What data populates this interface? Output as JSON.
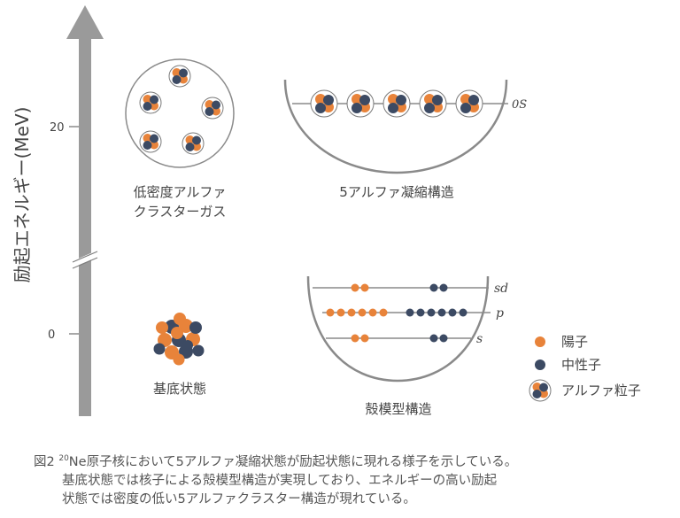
{
  "axis": {
    "label": "励起エネルギー(MeV)",
    "tick_20": "20",
    "tick_0": "0"
  },
  "states": {
    "gas_line1": "低密度アルファ",
    "gas_line2": "クラスターガス",
    "condensate": "5アルファ凝縮構造",
    "ground": "基底状態",
    "shell": "殻模型構造"
  },
  "orbitals": {
    "os": "0S",
    "sd": "sd",
    "p": "p",
    "s": "s"
  },
  "legend": {
    "proton": "陽子",
    "neutron": "中性子",
    "alpha": "アルファ粒子"
  },
  "caption": {
    "fig_label": "図2",
    "mass_number": "20",
    "line1_rest": "Ne原子核において5アルファ凝縮状態が励起状態に現れる様子を示している。",
    "line2": "基底状態では核子による殻模型構造が実現しており、エネルギーの高い励起",
    "line3": "状態では密度の低い5アルファクラスター構造が現れている。"
  },
  "colors": {
    "proton": "#e8833a",
    "neutron": "#3c4a63",
    "arrow": "#9a9a9a",
    "line": "#8a8a8a"
  }
}
